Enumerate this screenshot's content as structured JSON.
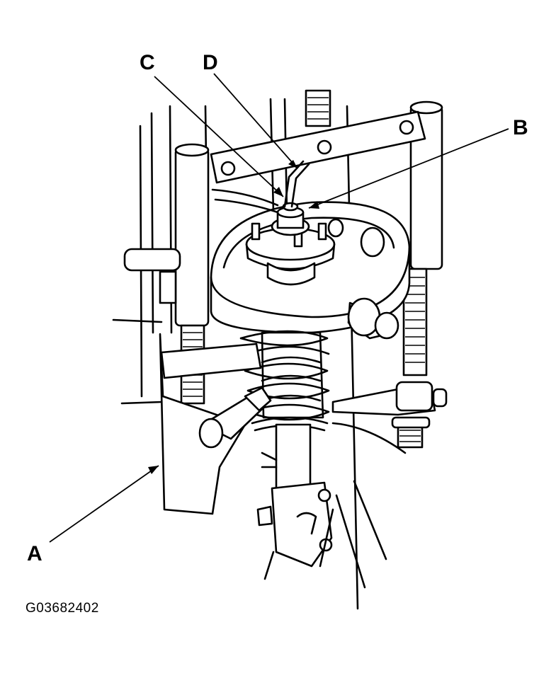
{
  "callouts": {
    "a": "A",
    "b": "B",
    "c": "C",
    "d": "D"
  },
  "figure_id": "G03682402",
  "colors": {
    "ink": "#000000",
    "paper": "#ffffff"
  }
}
